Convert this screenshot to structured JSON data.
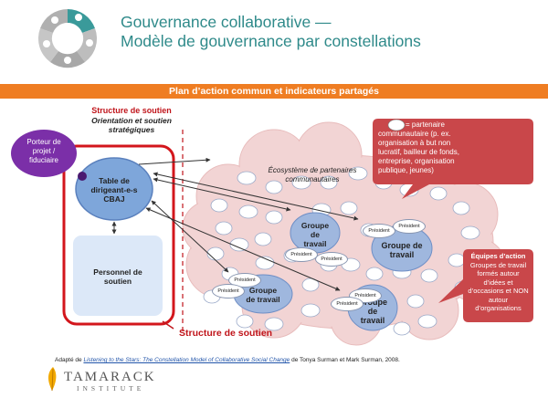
{
  "header": {
    "title_line1": "Gouvernance collaborative —",
    "title_line2": "Modèle de gouvernance par constellations"
  },
  "banner": {
    "text": "Plan d’action commun et indicateurs partagés"
  },
  "structure": {
    "heading": "Structure de soutien",
    "subtitle_line1": "Orientation et soutien",
    "subtitle_line2": "stratégiques",
    "bottom_label": "Structure de soutien"
  },
  "porteur": {
    "line1": "Porteur de",
    "line2": "projet /",
    "line3": "fiduciaire"
  },
  "table_dirigeants": {
    "line1": "Table de",
    "line2": "dirigeant-e-s",
    "line3": "CBAJ"
  },
  "personnel": {
    "line1": "Personnel de",
    "line2": "soutien"
  },
  "ecosysteme": {
    "line1": "Écosystème  de partenaires",
    "line2": "communautaires"
  },
  "legend_partner": {
    "lines": [
      "= partenaire",
      "communautaire (p. ex.",
      "organisation à but non",
      "lucratif, bailleur de fonds,",
      "entreprise, organisation",
      "publique, jeunes)"
    ]
  },
  "legend_equipes": {
    "title": "Équipes d’action",
    "lines": [
      "Groupes de travail",
      "formés autour",
      "d’idées et",
      "d’occasions et NON",
      "autour",
      "d’organisations"
    ]
  },
  "groups": {
    "g1": {
      "line1": "Groupe",
      "line2": "de",
      "line3": "travail"
    },
    "g2": {
      "line1": "Groupe de",
      "line2": "travail"
    },
    "g3": {
      "line1": "Groupe",
      "line2": "de travail"
    },
    "g4": {
      "line1": "Groupe",
      "line2": "de",
      "line3": "travail"
    }
  },
  "president_label": "Président",
  "credit": {
    "prefix": "Adapté de ",
    "link": "Listening to the Stars: The Constellation Model of Collaborative Social Change",
    "suffix": " de Tonya Surman et Mark Surman, 2008."
  },
  "logo": {
    "name": "TAMARACK",
    "sub": "INSTITUTE"
  },
  "colors": {
    "title_teal": "#2f8a8a",
    "banner_orange": "#ef7d22",
    "structure_red": "#c0151b",
    "cloud_pink": "#f2d4d4",
    "node_blue": "#7ea6da",
    "personnel_blue": "#dce8f8",
    "porteur_purple": "#7b2fa8",
    "callout_red": "#c9474a"
  }
}
